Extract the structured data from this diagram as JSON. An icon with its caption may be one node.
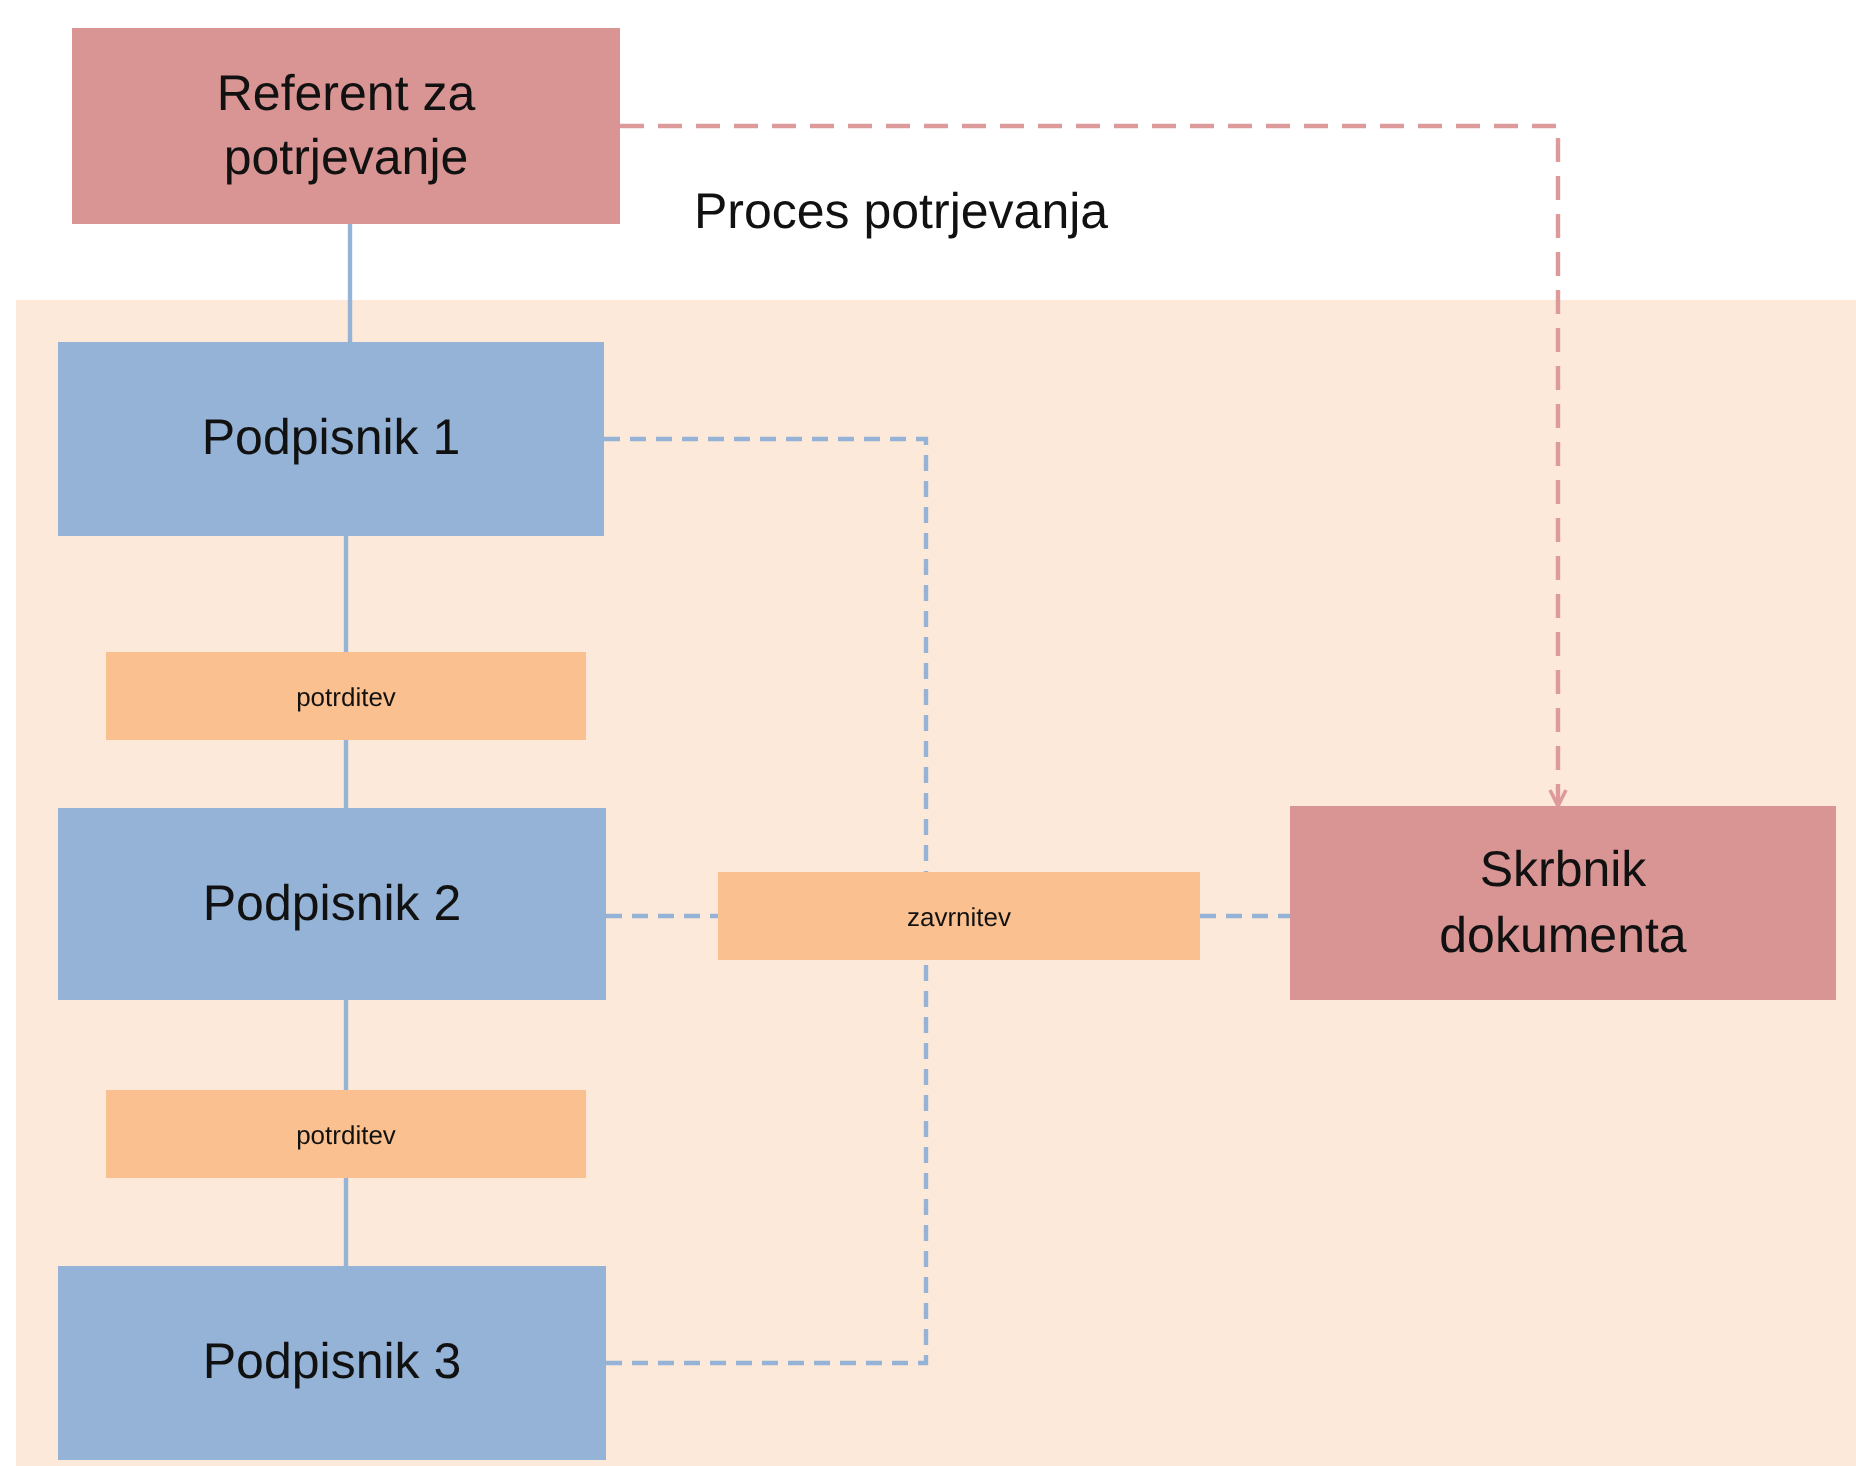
{
  "diagram": {
    "nodes": [
      {
        "text": [
          "Referent za potrjevanje"
        ]
      },
      {
        "text": [
          "Proces potrjevanja"
        ]
      },
      {
        "text": [
          "Podpisnik 1"
        ],
        "in": 1
      },
      {
        "text": [
          "potrditev"
        ],
        "in": 1
      },
      {
        "text": [
          "Podpisnik 2"
        ],
        "in": 1
      },
      {
        "text": [
          "potrditev"
        ],
        "in": 1
      },
      {
        "text": [
          "Podpisnik 3"
        ],
        "in": 1
      },
      {
        "text": [
          "zavrnitev"
        ],
        "in": 1
      },
      {
        "text": [
          "Skrbnik dokumenta"
        ],
        "in": 1
      }
    ],
    "edges": [
      {
        "from": 0,
        "to": 2,
        "arrow": "none"
      },
      {
        "from": 2,
        "to": 3,
        "arrow": "none"
      },
      {
        "from": 3,
        "to": 4,
        "arrow": "none"
      },
      {
        "from": 4,
        "to": 5,
        "arrow": "none"
      },
      {
        "from": 5,
        "to": 6,
        "arrow": "none"
      },
      {
        "from": 2,
        "to": 7,
        "arrow": "none",
        "style": "dashed"
      },
      {
        "from": 4,
        "to": 7,
        "arrow": "none",
        "style": "dashed"
      },
      {
        "from": 6,
        "to": 7,
        "arrow": "none",
        "style": "dashed"
      },
      {
        "from": 7,
        "to": 8,
        "arrow": "none",
        "style": "dashed"
      },
      {
        "from": 0,
        "to": 8,
        "arrow": "to",
        "style": "dashed",
        "color": "#dc9a9a"
      }
    ]
  }
}
